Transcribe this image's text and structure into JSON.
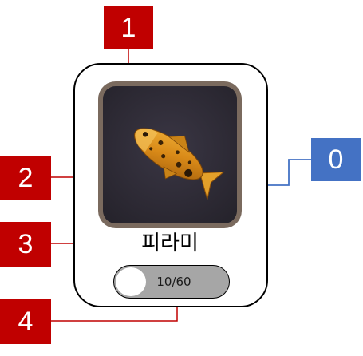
{
  "item": {
    "name": "피라미",
    "icon": "fish-icon",
    "count_text": "10/60"
  },
  "callouts": [
    {
      "label": "0",
      "target": "card-border",
      "color": "#4472c4"
    },
    {
      "label": "1",
      "target": "icon-frame",
      "color": "#c00000"
    },
    {
      "label": "2",
      "target": "item-icon",
      "color": "#c00000"
    },
    {
      "label": "3",
      "target": "item-name",
      "color": "#c00000"
    },
    {
      "label": "4",
      "target": "counter-pill",
      "color": "#c00000"
    }
  ]
}
